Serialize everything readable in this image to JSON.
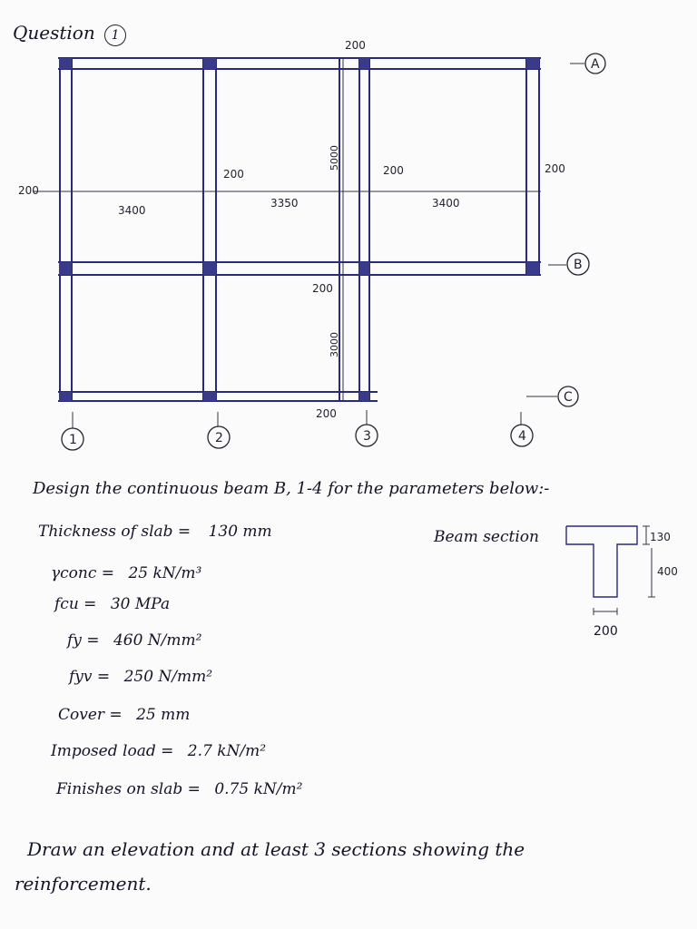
{
  "title": "Question",
  "title_number": "1",
  "plan": {
    "grid_rows": [
      "A",
      "B",
      "C"
    ],
    "grid_cols": [
      "1",
      "2",
      "3",
      "4"
    ],
    "dims": {
      "top_gap": "200",
      "left_gap": "200",
      "col2_gap": "200",
      "col3_gap": "200",
      "right_gap": "200",
      "span_1_2": "3400",
      "span_2_3": "3350",
      "span_3_4": "3400",
      "span_A_B": "5000",
      "gap_B": "200",
      "span_B_C": "3000",
      "bottom_gap": "200"
    }
  },
  "instruction": "Design the continuous beam  B, 1-4  for the parameters below:-",
  "params": [
    {
      "label": "Thickness of slab =",
      "value": "130 mm"
    },
    {
      "label": "γconc =",
      "value": "25 kN/m³"
    },
    {
      "label": "fcu =",
      "value": "30 MPa"
    },
    {
      "label": "fy =",
      "value": "460 N/mm²"
    },
    {
      "label": "fyv =",
      "value": "250 N/mm²"
    },
    {
      "label": "Cover =",
      "value": "25 mm"
    },
    {
      "label": "Imposed load =",
      "value": "2.7 kN/m²"
    },
    {
      "label": "Finishes on slab =",
      "value": "0.75 kN/m²"
    }
  ],
  "beam_section": {
    "label": "Beam section",
    "flange_depth": "130",
    "overall_depth": "400",
    "web_width": "200"
  },
  "closing": {
    "line1": "Draw an elevation and at least 3 sections showing the",
    "line2": "reinforcement."
  }
}
